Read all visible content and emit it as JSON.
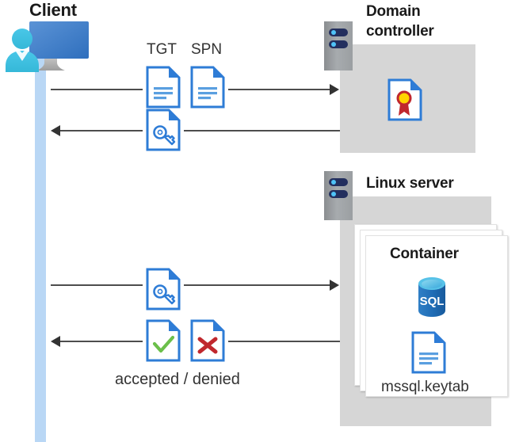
{
  "diagram": {
    "title_client": "Client",
    "title_domain_controller": "Domain\ncontroller",
    "title_domain_controller_line1": "Domain",
    "title_domain_controller_line2": "controller",
    "title_linux_server": "Linux server",
    "title_container": "Container",
    "label_tgt": "TGT",
    "label_spn": "SPN",
    "label_accepted_denied": "accepted / denied",
    "label_keytab": "mssql.keytab",
    "icons": {
      "client": "client-workstation-icon",
      "domain_controller_server": "server-rack-icon",
      "linux_server": "server-rack-icon",
      "tgt_document": "document-icon",
      "spn_document": "document-icon",
      "ticket_key_request": "key-document-icon",
      "ticket_key_response": "key-document-icon",
      "accepted_document": "check-document-icon",
      "denied_document": "x-document-icon",
      "certificate": "certificate-document-icon",
      "sql_database": "sql-database-icon",
      "keytab_document": "document-icon"
    },
    "colors": {
      "accent_blue": "#2e7cd6",
      "lifeline_blue": "#b9d7f5",
      "panel_gray": "#d6d6d6",
      "server_navy": "#232f5e",
      "server_led": "#4fc3f7",
      "sql_blue": "#1a6bb5",
      "accepted_green": "#6bbf4a",
      "denied_red": "#c0272d",
      "seal_yellow": "#ffd400",
      "seal_red": "#c0272d",
      "arrow_gray": "#4d4d4d",
      "text_dark": "#1a1a1a"
    },
    "flows": [
      {
        "id": "flow-1",
        "direction": "right",
        "from": "client",
        "to": "domain-controller",
        "payload": [
          "TGT",
          "SPN"
        ]
      },
      {
        "id": "flow-2",
        "direction": "left",
        "from": "domain-controller",
        "to": "client",
        "payload": [
          "service-ticket"
        ]
      },
      {
        "id": "flow-3",
        "direction": "right",
        "from": "client",
        "to": "linux-server",
        "payload": [
          "service-ticket"
        ]
      },
      {
        "id": "flow-4",
        "direction": "left",
        "from": "linux-server",
        "to": "client",
        "payload": [
          "accepted",
          "denied"
        ]
      }
    ]
  }
}
